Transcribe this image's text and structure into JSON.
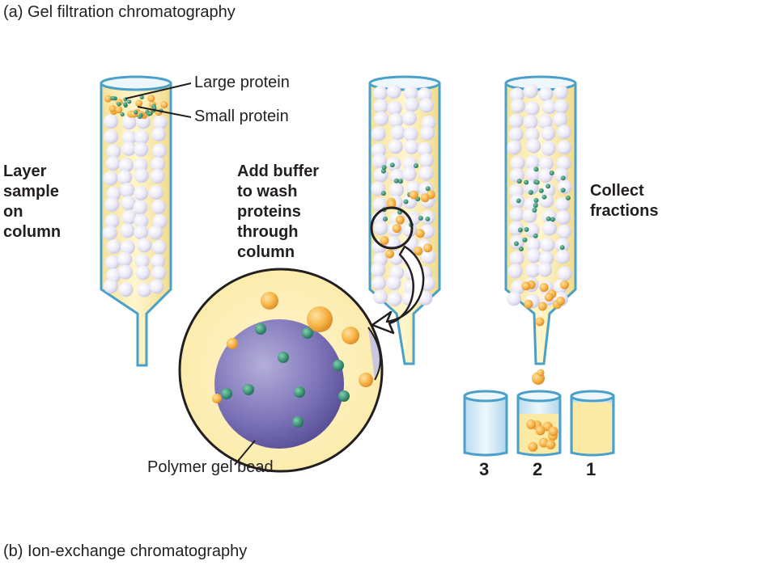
{
  "heading_a": "(a) Gel filtration chromatography",
  "heading_b": "(b) Ion-exchange chromatography",
  "labels": {
    "large_protein": "Large protein",
    "small_protein": "Small protein",
    "step1": [
      "Layer",
      "sample",
      "on",
      "column"
    ],
    "step2": [
      "Add buffer",
      "to wash",
      "proteins",
      "through",
      "column"
    ],
    "step3": [
      "Collect",
      "fractions"
    ],
    "bead": "Polymer gel bead",
    "fractions": [
      "3",
      "2",
      "1"
    ]
  },
  "colors": {
    "column_fill": "#fdf0b8",
    "column_edge": "#4aa0c8",
    "glass_fill": "#d7ecf6",
    "gel_bead": "#e9e8f5",
    "large_protein": "#f3b040",
    "small_protein": "#2f8f6f",
    "big_bead": "#6a5fa6",
    "text": "#231f20"
  }
}
